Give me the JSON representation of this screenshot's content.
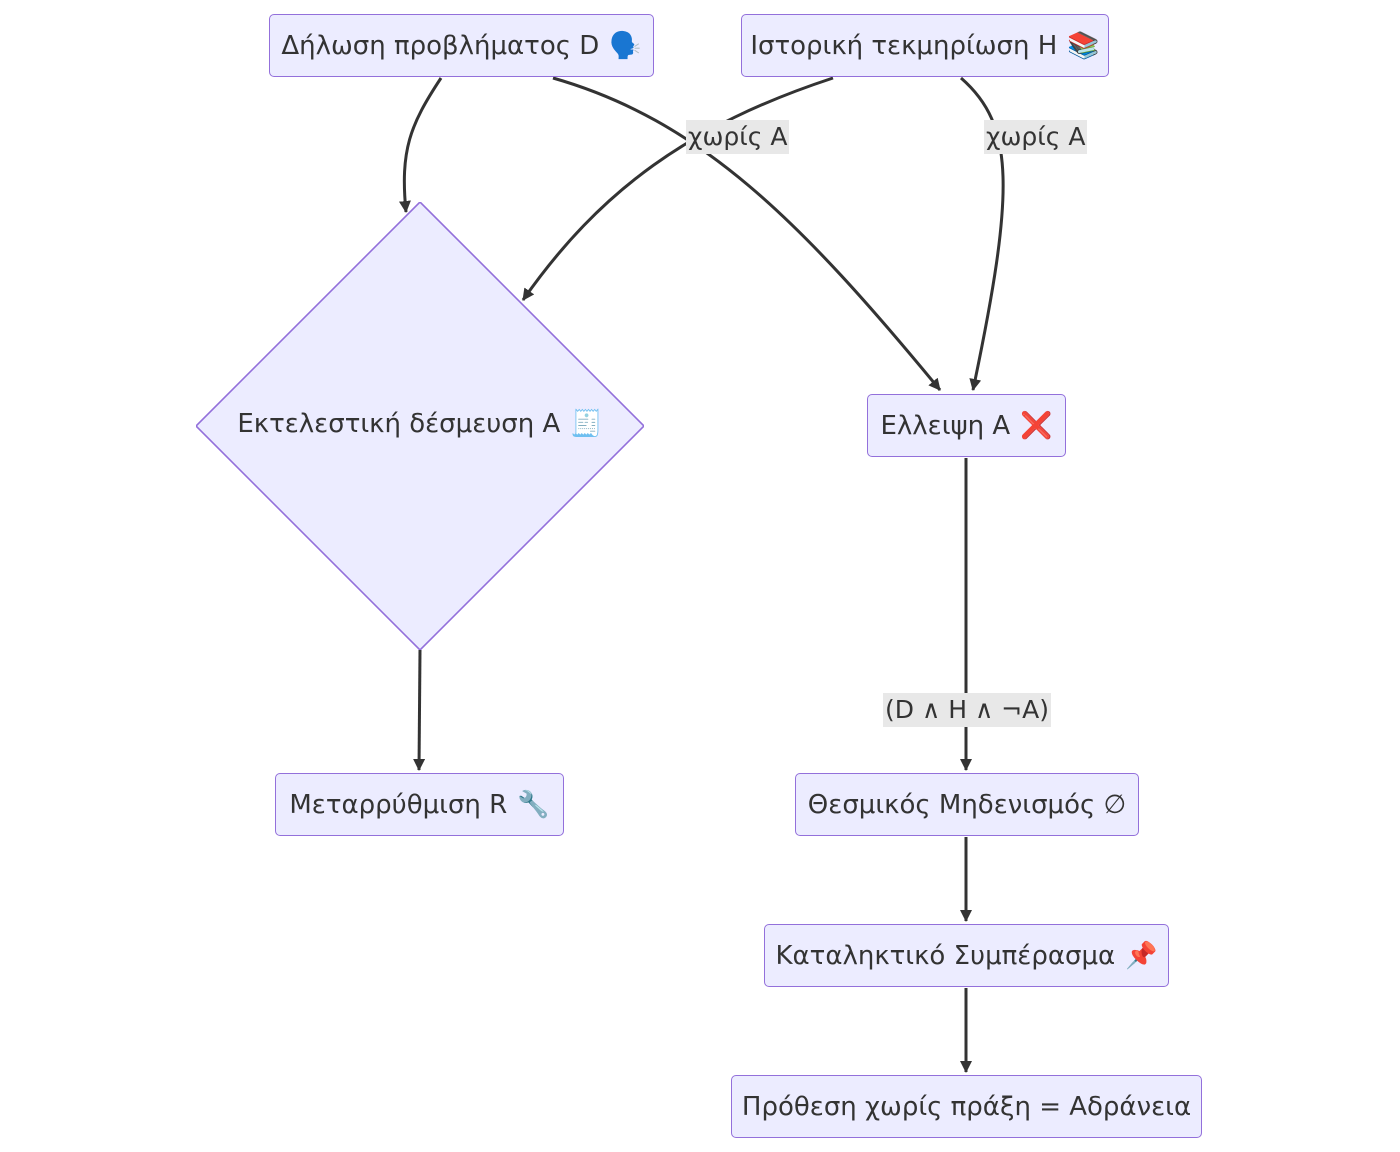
{
  "nodes": {
    "problem": {
      "label": "Δήλωση προβλήματος D",
      "emoji": "🗣️"
    },
    "history": {
      "label": "Ιστορική τεκμηρίωση H",
      "emoji": "📚"
    },
    "commitment": {
      "label": "Εκτελεστική δέσμευση A",
      "emoji": "🧾"
    },
    "absence": {
      "label": "Ελλειψη A",
      "emoji": "❌"
    },
    "reform": {
      "label": "Μεταρρύθμιση R",
      "emoji": "🔧"
    },
    "nullification": {
      "label": "Θεσμικός Μηδενισμός ∅",
      "emoji": ""
    },
    "conclusion": {
      "label": "Καταληκτικό Συμπέρασμα",
      "emoji": "📌"
    },
    "inertia": {
      "label": "Πρόθεση χωρίς πράξη = Αδράνεια",
      "emoji": ""
    }
  },
  "edge_labels": {
    "problem_to_absence": "χωρίς A",
    "history_to_absence": "χωρίς A",
    "absence_to_nullification": "(D ∧ H ∧ ¬A)"
  },
  "colors": {
    "node_fill": "#ECECFF",
    "node_border": "#9370DB",
    "edge": "#333333",
    "edge_label_bg": "#E8E8E8"
  }
}
